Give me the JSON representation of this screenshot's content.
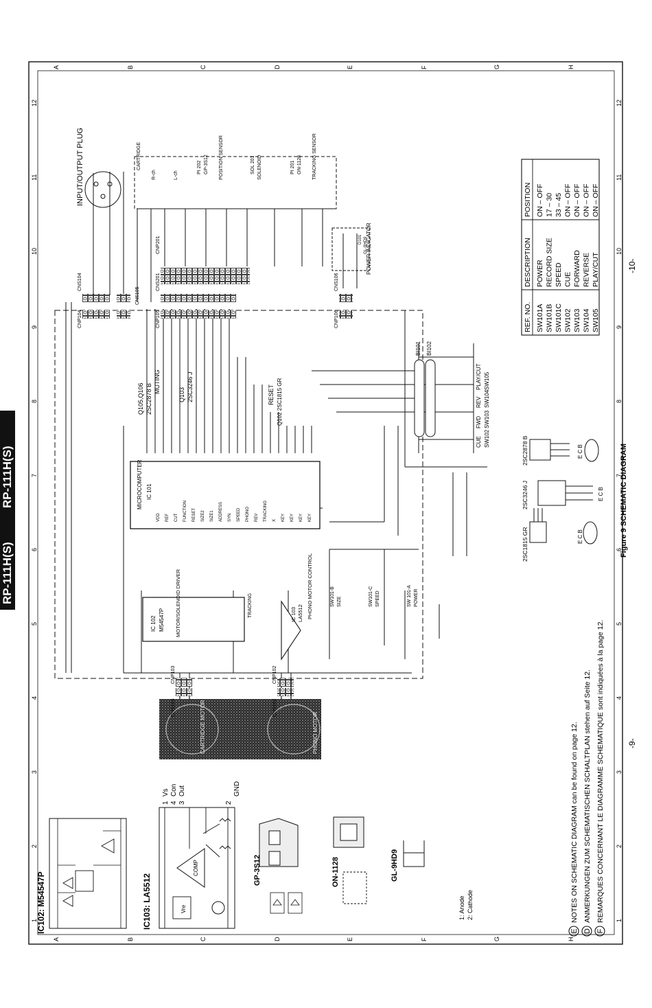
{
  "side_tab": {
    "model_a": "RP-111H(S)",
    "model_b": "RP-111H(S)"
  },
  "grid": {
    "letters": [
      "A",
      "B",
      "C",
      "D",
      "E",
      "F",
      "G",
      "H"
    ],
    "numbers": [
      "1",
      "2",
      "3",
      "4",
      "5",
      "6",
      "7",
      "8",
      "9",
      "10",
      "11",
      "12"
    ]
  },
  "page_numbers": {
    "left": "-9-",
    "right": "-10-"
  },
  "figure_title": "Figure 9  SCHEMATIC  DIAGRAM",
  "notes": [
    {
      "marker": "E",
      "text": "NOTES ON SCHEMATIC DIAGRAM can be found on page 12."
    },
    {
      "marker": "D",
      "text": "ANMERKUNGEN ZUM SCHEMATISCHEN SCHALTPLAN stehen auf Seite 12."
    },
    {
      "marker": "F",
      "text": "REMARQUES CONCERNANT LE DIAGRAMME SCHEMATIQUE sont indiquées à la page 12."
    }
  ],
  "switch_table": {
    "headers": [
      "REF. NO.",
      "DESCRIPTION",
      "POSITION"
    ],
    "rows": [
      [
        "SW101A",
        "POWER",
        "ON – OFF"
      ],
      [
        "SW101B",
        "RECORD SIZE",
        "17 – 30"
      ],
      [
        "SW101C",
        "SPEED",
        "33 – 45"
      ],
      [
        "SW102",
        "CUE",
        "ON – OFF"
      ],
      [
        "SW103",
        "FORWARD",
        "ON – OFF"
      ],
      [
        "SW104",
        "REVERSE",
        "ON – OFF"
      ],
      [
        "SW105",
        "PLAY/CUT",
        "ON – OFF"
      ]
    ]
  },
  "components": {
    "ic102_title": "IC102: M54547P",
    "ic103_title": "IC103: LA5512",
    "la5512_pins": [
      {
        "num": "1",
        "name": "Vs"
      },
      {
        "num": "4",
        "name": "Con"
      },
      {
        "num": "3",
        "name": "Out"
      },
      {
        "num": "2",
        "name": "GND"
      }
    ],
    "comp_label": "COMP",
    "vref_label": "Vre",
    "gp3s12": "GP-3S12",
    "on1128": "ON-1128",
    "gl9hd9": "GL-9HD9",
    "led_notes": [
      "1: Anode",
      "2: Cathode"
    ],
    "transistors": [
      "2SC1815 GR",
      "2SC3246 J",
      "2SC2878 B"
    ],
    "ecb": "E C B"
  },
  "schematic_labels": {
    "input_output_plug": "INPUT/OUTPUT PLUG",
    "cartridge": "CARTRIDGE",
    "rch": "R-ch",
    "lch": "L-ch",
    "pi202": "PI 202",
    "pi202_part": "GP-3S12",
    "position_sensor": "POSITION SENSOR",
    "sol201": "SOL 201",
    "solenoid": "SOLENOID",
    "pi201": "PI 201",
    "pi201_part": "ON-1128",
    "tracking_sensor": "TRACKING SENSOR",
    "cnp201": "CNP201",
    "cns201": "CNS201",
    "cns104": "CNS104",
    "cnp104": "CNP104",
    "cns105": "CNS105",
    "cnp105": "CNP105",
    "cns106": "CNS106",
    "cnp106": "CNP106",
    "cns103": "CNS103",
    "cnp103": "CNP103",
    "cns102": "CNS102",
    "cnp102": "CNP102",
    "power_indicator": "POWER INDICATOR",
    "d101": "D101",
    "d101_part": "GL-9HD9",
    "q105_q106": "Q105,Q106",
    "q105_part": "2SC2878 B",
    "muting": "MUTING",
    "q103": "Q103",
    "q103_part": "2SC3246 J",
    "q102_label": "Q102 2SC1815 GR",
    "reset": "RESET",
    "microcomputer": "MICROCOMPUTER",
    "ic101": "IC 101",
    "ic102": "IC 102",
    "ic102_part": "M54547P",
    "motor_solenoid_driver": "MOTOR/SOLENOID DRIVER",
    "tracking": "TRACKING",
    "ic103": "IC 103",
    "ic103_part": "LA5512",
    "phono_motor_control": "PHONO MOTOR CONTROL",
    "sw101b": "SW101-B",
    "size": "SIZE",
    "sw101c": "SW101-C",
    "speed": "SPEED",
    "sw101a": "SW 101-A",
    "power": "POWER",
    "bi101": "BI101",
    "bi102": "BI102",
    "play_cut": "PLAY/CUT",
    "rev_label": "REV",
    "fwd_label": "FWD",
    "cue_label": "CUE",
    "sw105": "SW105",
    "sw104": "SW104",
    "sw103": "SW103",
    "sw102": "SW102",
    "cartridge_motor": "CARTRIDGE MOTOR",
    "phono_motor": "PHONO MOTOR",
    "ic_pins": [
      "VDD",
      "REF",
      "CUT",
      "FUNCTION",
      "RESET",
      "SIZE2",
      "SIZE1",
      "ADDRESS",
      "SYN",
      "SPEED",
      "PHONO",
      "REV",
      "TRACKING",
      "X",
      "KEY",
      "KEY",
      "KEY",
      "KEY"
    ]
  }
}
